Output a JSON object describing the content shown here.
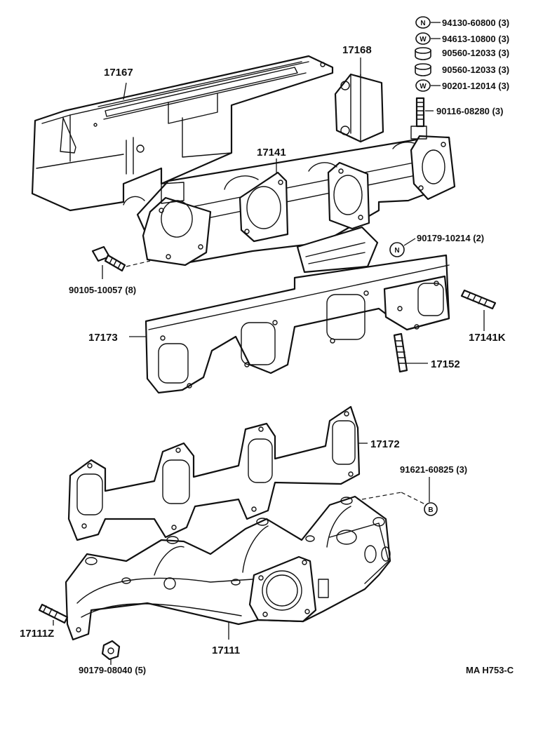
{
  "diagram": {
    "reference_code": "MA H753-C",
    "legend": [
      {
        "symbol": "N",
        "icon": "nut-symbol",
        "part": "94130-60800 (3)"
      },
      {
        "symbol": "W",
        "icon": "washer-symbol",
        "part": "94613-10800 (3)"
      },
      {
        "symbol": "",
        "icon": "washer-cup-symbol",
        "part": "90560-12033 (3)"
      },
      {
        "symbol": "",
        "icon": "washer-cup-symbol",
        "part": "90560-12033 (3)"
      },
      {
        "symbol": "W",
        "icon": "washer-symbol",
        "part": "90201-12014 (3)"
      }
    ],
    "callouts": {
      "heat_insulator_upper": "17167",
      "heat_insulator_bracket": "17168",
      "exhaust_manifold_upper": "17141",
      "stud_upper": "90116-08280 (3)",
      "bolt_left": "90105-10057 (8)",
      "nut_right": "90179-10214 (2)",
      "gasket_plate": "17173",
      "stud_k": "17141K",
      "stud_152": "17152",
      "gasket": "17172",
      "stud_bolt_right": "91621-60825 (3)",
      "stud_z": "17111Z",
      "exhaust_manifold": "17111",
      "nut_bottom": "90179-08040 (5)"
    },
    "symbols": {
      "nut": "N",
      "washer": "W",
      "stud_bolt": "B"
    }
  }
}
